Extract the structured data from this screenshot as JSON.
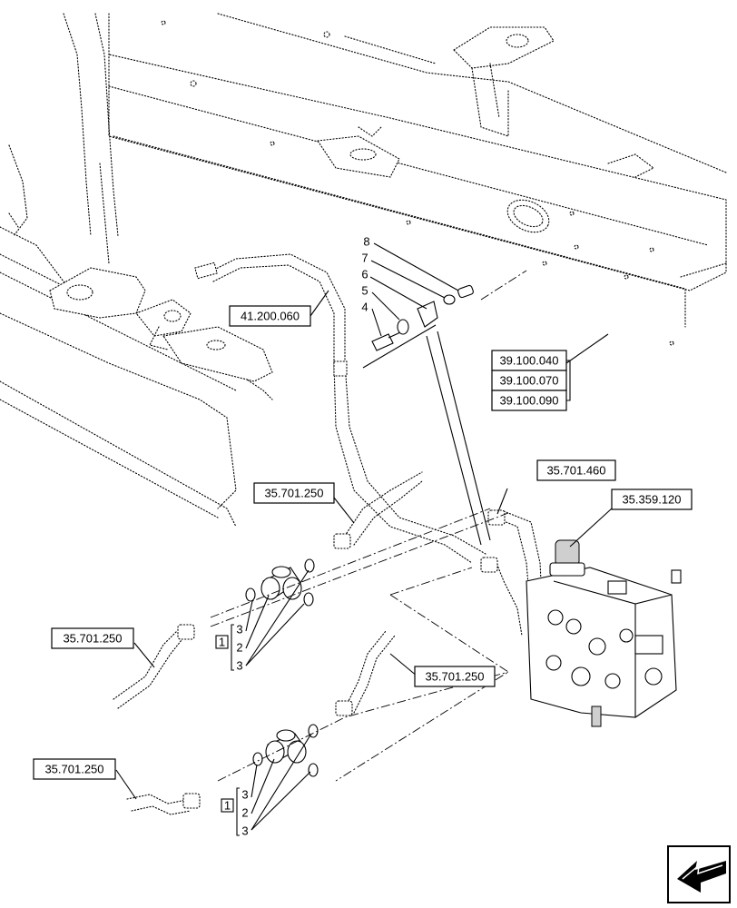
{
  "references": {
    "r_41200060": "41.200.060",
    "r_39100040": "39.100.040",
    "r_39100070": "39.100.070",
    "r_39100090": "39.100.090",
    "r_35701460": "35.701.460",
    "r_35359120": "35.359.120",
    "r_35701250_a": "35.701.250",
    "r_35701250_b": "35.701.250",
    "r_35701250_c": "35.701.250",
    "r_35701250_d": "35.701.250"
  },
  "callouts": {
    "n8": "8",
    "n7": "7",
    "n6": "6",
    "n5": "5",
    "n4": "4",
    "g1_box": "1",
    "g1_3a": "3",
    "g1_2": "2",
    "g1_3b": "3",
    "g2_box": "1",
    "g2_3a": "3",
    "g2_2": "2",
    "g2_3b": "3"
  },
  "icons": {
    "corner": "navigation-arrow-icon"
  }
}
